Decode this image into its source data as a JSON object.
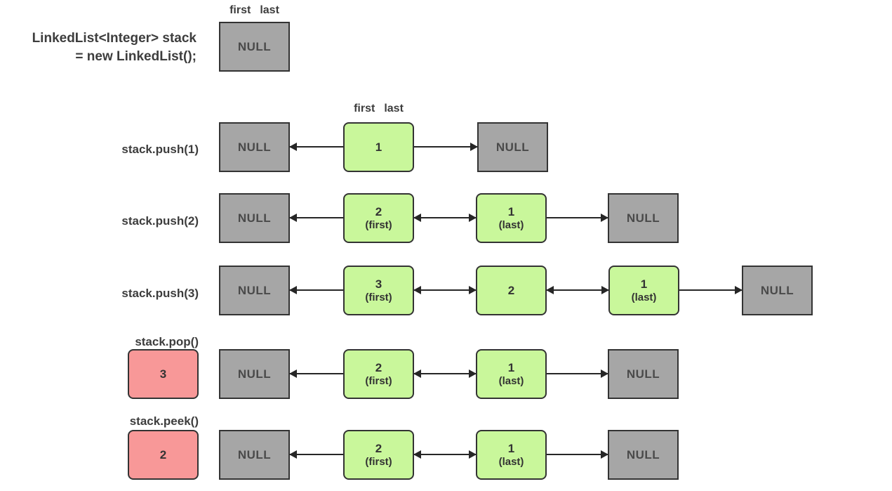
{
  "colors": {
    "null_box_fill": "#a6a6a6",
    "node_box_fill": "#c9f79b",
    "result_box_fill": "#f89898",
    "border": "#333333",
    "text": "#3d3d3d"
  },
  "pointer_labels": {
    "first": "first",
    "last": "last"
  },
  "init": {
    "code_line1": "LinkedList<Integer> stack",
    "code_line2": "= new LinkedList();",
    "box": {
      "type": "null",
      "text": "NULL"
    }
  },
  "rows": [
    {
      "label": "stack.push(1)",
      "boxes": [
        {
          "type": "null",
          "text": "NULL"
        },
        {
          "type": "node",
          "value": "1",
          "sub": ""
        },
        {
          "type": "null",
          "text": "NULL"
        }
      ]
    },
    {
      "label": "stack.push(2)",
      "boxes": [
        {
          "type": "null",
          "text": "NULL"
        },
        {
          "type": "node",
          "value": "2",
          "sub": "(first)"
        },
        {
          "type": "node",
          "value": "1",
          "sub": "(last)"
        },
        {
          "type": "null",
          "text": "NULL"
        }
      ]
    },
    {
      "label": "stack.push(3)",
      "boxes": [
        {
          "type": "null",
          "text": "NULL"
        },
        {
          "type": "node",
          "value": "3",
          "sub": "(first)"
        },
        {
          "type": "node",
          "value": "2",
          "sub": ""
        },
        {
          "type": "node",
          "value": "1",
          "sub": "(last)"
        },
        {
          "type": "null",
          "text": "NULL"
        }
      ]
    },
    {
      "label": "stack.pop()",
      "result": "3",
      "boxes": [
        {
          "type": "null",
          "text": "NULL"
        },
        {
          "type": "node",
          "value": "2",
          "sub": "(first)"
        },
        {
          "type": "node",
          "value": "1",
          "sub": "(last)"
        },
        {
          "type": "null",
          "text": "NULL"
        }
      ]
    },
    {
      "label": "stack.peek()",
      "result": "2",
      "boxes": [
        {
          "type": "null",
          "text": "NULL"
        },
        {
          "type": "node",
          "value": "2",
          "sub": "(first)"
        },
        {
          "type": "node",
          "value": "1",
          "sub": "(last)"
        },
        {
          "type": "null",
          "text": "NULL"
        }
      ]
    }
  ]
}
